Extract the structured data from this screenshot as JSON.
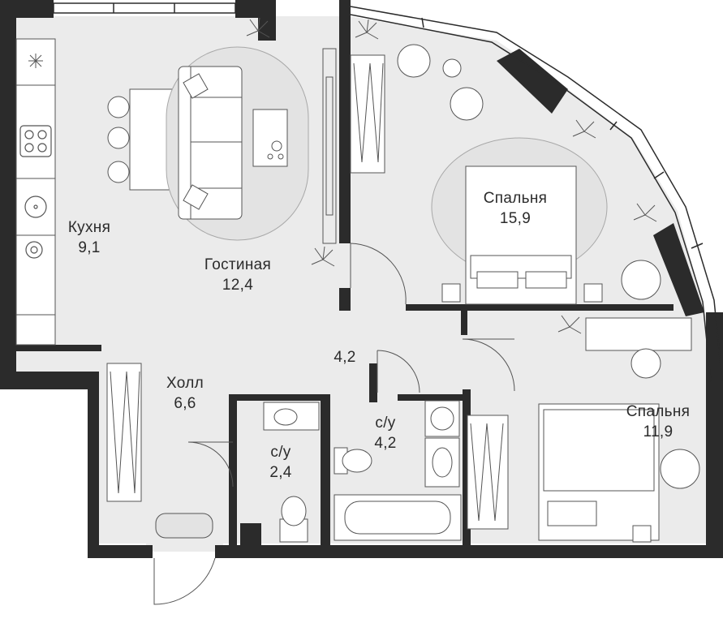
{
  "colors": {
    "wall": "#2b2b2b",
    "floor": "#ebebeb",
    "furniture_stroke": "#555555",
    "rug": "#d9d9d9",
    "background": "#ffffff"
  },
  "rooms": {
    "kitchen": {
      "name": "Кухня",
      "area": "9,1"
    },
    "living": {
      "name": "Гостиная",
      "area": "12,4"
    },
    "bedroom_big": {
      "name": "Спальня",
      "area": "15,9"
    },
    "corridor": {
      "name": "",
      "area": "4,2"
    },
    "hall": {
      "name": "Холл",
      "area": "6,6"
    },
    "bath_small": {
      "name": "с/у",
      "area": "2,4"
    },
    "bath_big": {
      "name": "с/у",
      "area": "4,2"
    },
    "bedroom_small": {
      "name": "Спальня",
      "area": "11,9"
    }
  },
  "icons": [
    "plant-icon",
    "sofa-icon",
    "bed-icon",
    "armchair-icon",
    "wardrobe-icon",
    "stove-icon",
    "sink-icon",
    "toilet-icon",
    "bathtub-icon",
    "washing-machine-icon",
    "door-icon",
    "window-icon"
  ]
}
